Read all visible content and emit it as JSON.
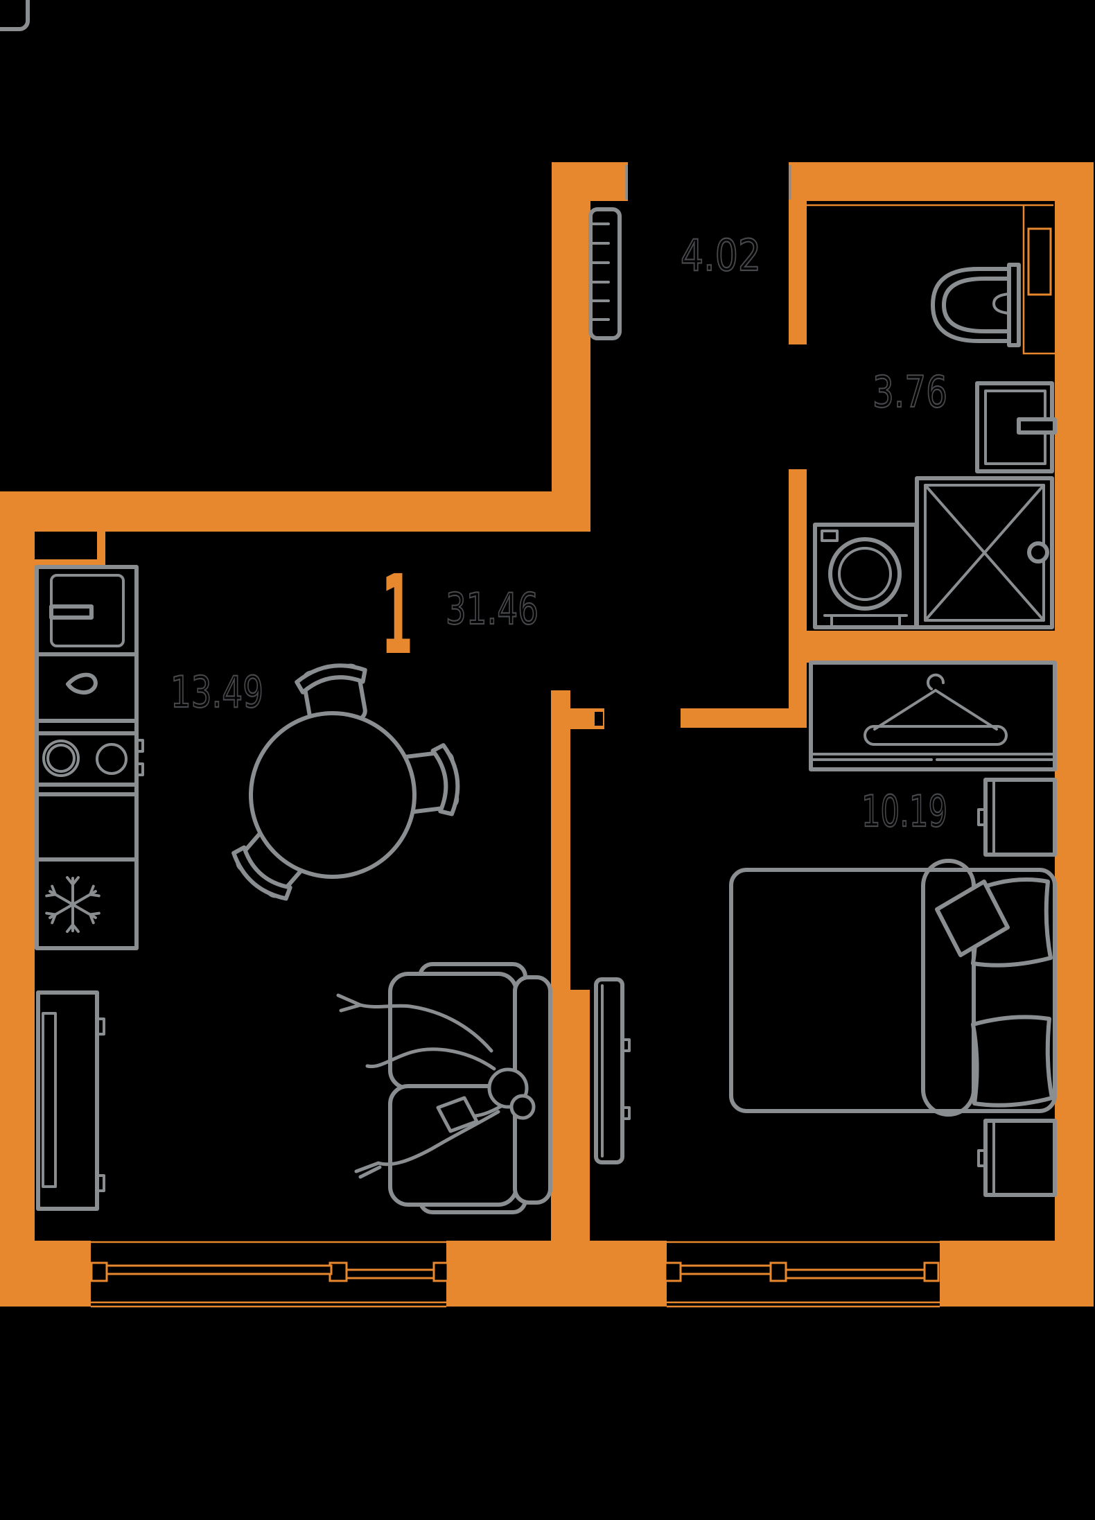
{
  "plan": {
    "unit_label": "1",
    "total_area": "31.46",
    "rooms": [
      {
        "name": "hallway",
        "area": "4.02"
      },
      {
        "name": "bathroom",
        "area": "3.76"
      },
      {
        "name": "kitchen-living-room",
        "area": "13.49"
      },
      {
        "name": "bedroom",
        "area": "10.19"
      }
    ],
    "colors": {
      "background": "#000000",
      "wall": "#E7882E",
      "furniture": "#8B8E91",
      "label_outline": "#47484B"
    }
  }
}
